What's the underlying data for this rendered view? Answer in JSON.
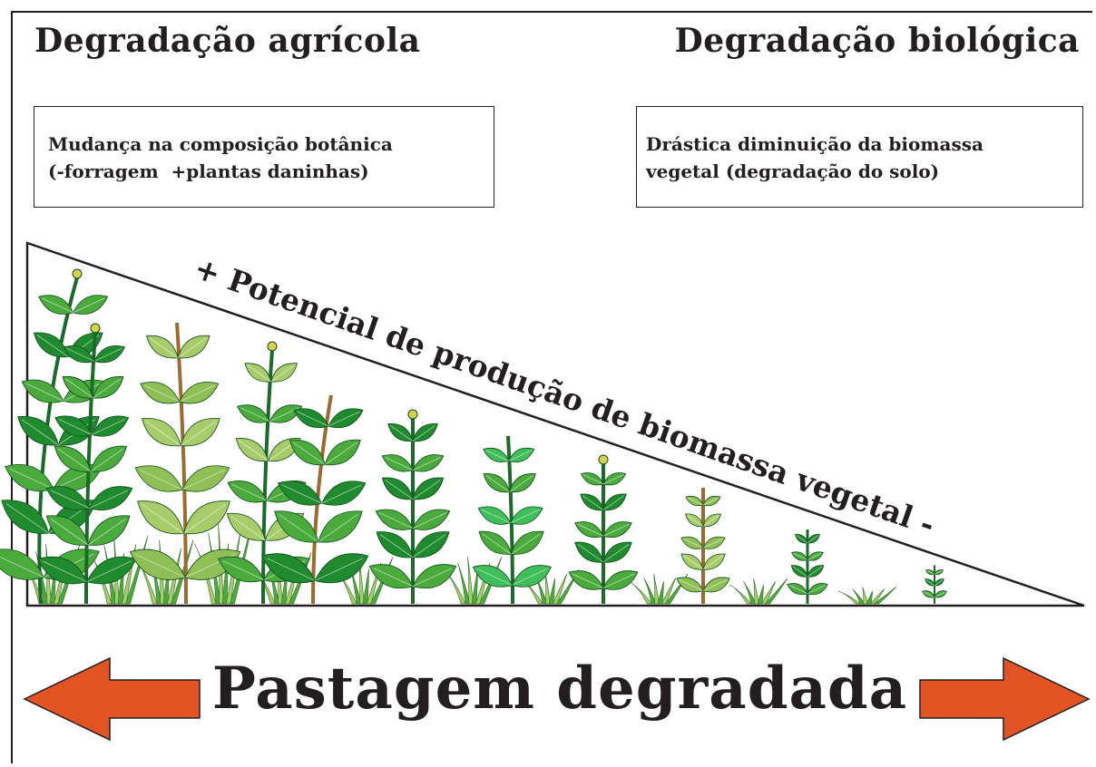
{
  "headings": {
    "left": "Degradação agrícola",
    "right": "Degradação biológica"
  },
  "boxes": {
    "left": {
      "line1": "Mudança na composição botânica",
      "line2": "(-forragem  +plantas daninhas)"
    },
    "right": {
      "line1": "Drástica diminuição da biomassa",
      "line2": "vegetal (degradação do solo)"
    }
  },
  "triangle_label": "+ Potencial de produção de biomassa vegetal -",
  "bottom_label": "Pastagem degradada",
  "colors": {
    "arrow": "#e25424",
    "text": "#231f20",
    "leaf_dark": "#1f8a2e",
    "leaf_mid": "#4aaa3c",
    "leaf_light": "#a9cc6a",
    "stem_brown": "#9b6a2e"
  }
}
